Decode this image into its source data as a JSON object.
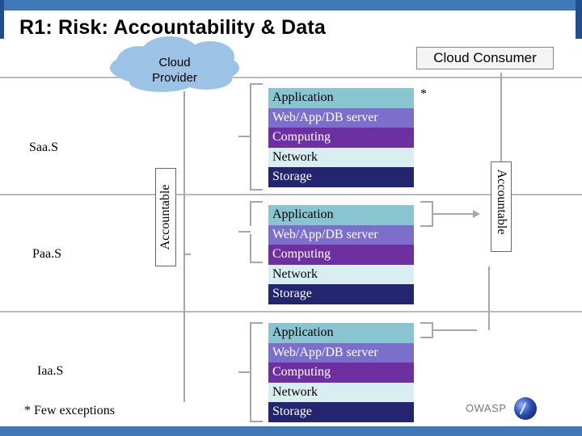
{
  "slide": {
    "title": "R1: Risk: Accountability & Data",
    "footnote": "* Few exceptions",
    "asterisk": "*",
    "logo_text": "OWASP"
  },
  "providers": {
    "cloud_provider": [
      "Cloud",
      "Provider"
    ],
    "cloud_consumer": "Cloud Consumer"
  },
  "service_models": {
    "saas": "Saa.S",
    "paas": "Paa.S",
    "iaas": "Iaa.S"
  },
  "accountable": {
    "provider_label": "Accountable",
    "consumer_label": "Accountable"
  },
  "stacks": [
    {
      "name": "saas-stack",
      "layers": [
        {
          "label": "Application",
          "bg": "#88c5d1",
          "fg": "#000000"
        },
        {
          "label": "Web/App/DB server",
          "bg": "#7b6fcb",
          "fg": "#ffffff"
        },
        {
          "label": "Computing",
          "bg": "#6e2fa0",
          "fg": "#ffffff"
        },
        {
          "label": "Network",
          "bg": "#d9eef1",
          "fg": "#000000"
        },
        {
          "label": "Storage",
          "bg": "#23256e",
          "fg": "#ffffff"
        }
      ]
    },
    {
      "name": "paas-stack",
      "layers": [
        {
          "label": "Application",
          "bg": "#88c5d1",
          "fg": "#000000"
        },
        {
          "label": "Web/App/DB server",
          "bg": "#7b6fcb",
          "fg": "#ffffff"
        },
        {
          "label": "Computing",
          "bg": "#6e2fa0",
          "fg": "#ffffff"
        },
        {
          "label": "Network",
          "bg": "#d9eef1",
          "fg": "#000000"
        },
        {
          "label": "Storage",
          "bg": "#23256e",
          "fg": "#ffffff"
        }
      ]
    },
    {
      "name": "iaas-stack",
      "layers": [
        {
          "label": "Application",
          "bg": "#88c5d1",
          "fg": "#000000"
        },
        {
          "label": "Web/App/DB server",
          "bg": "#7b6fcb",
          "fg": "#ffffff"
        },
        {
          "label": "Computing",
          "bg": "#6e2fa0",
          "fg": "#ffffff"
        },
        {
          "label": "Network",
          "bg": "#d9eef1",
          "fg": "#000000"
        },
        {
          "label": "Storage",
          "bg": "#23256e",
          "fg": "#ffffff"
        }
      ]
    }
  ],
  "colors": {
    "cloud_fill": "#9cc3e6",
    "cloud_stroke": "#8aa0c2",
    "bracket": "#a6a6a6",
    "accent_bar": "#3f78b8"
  }
}
